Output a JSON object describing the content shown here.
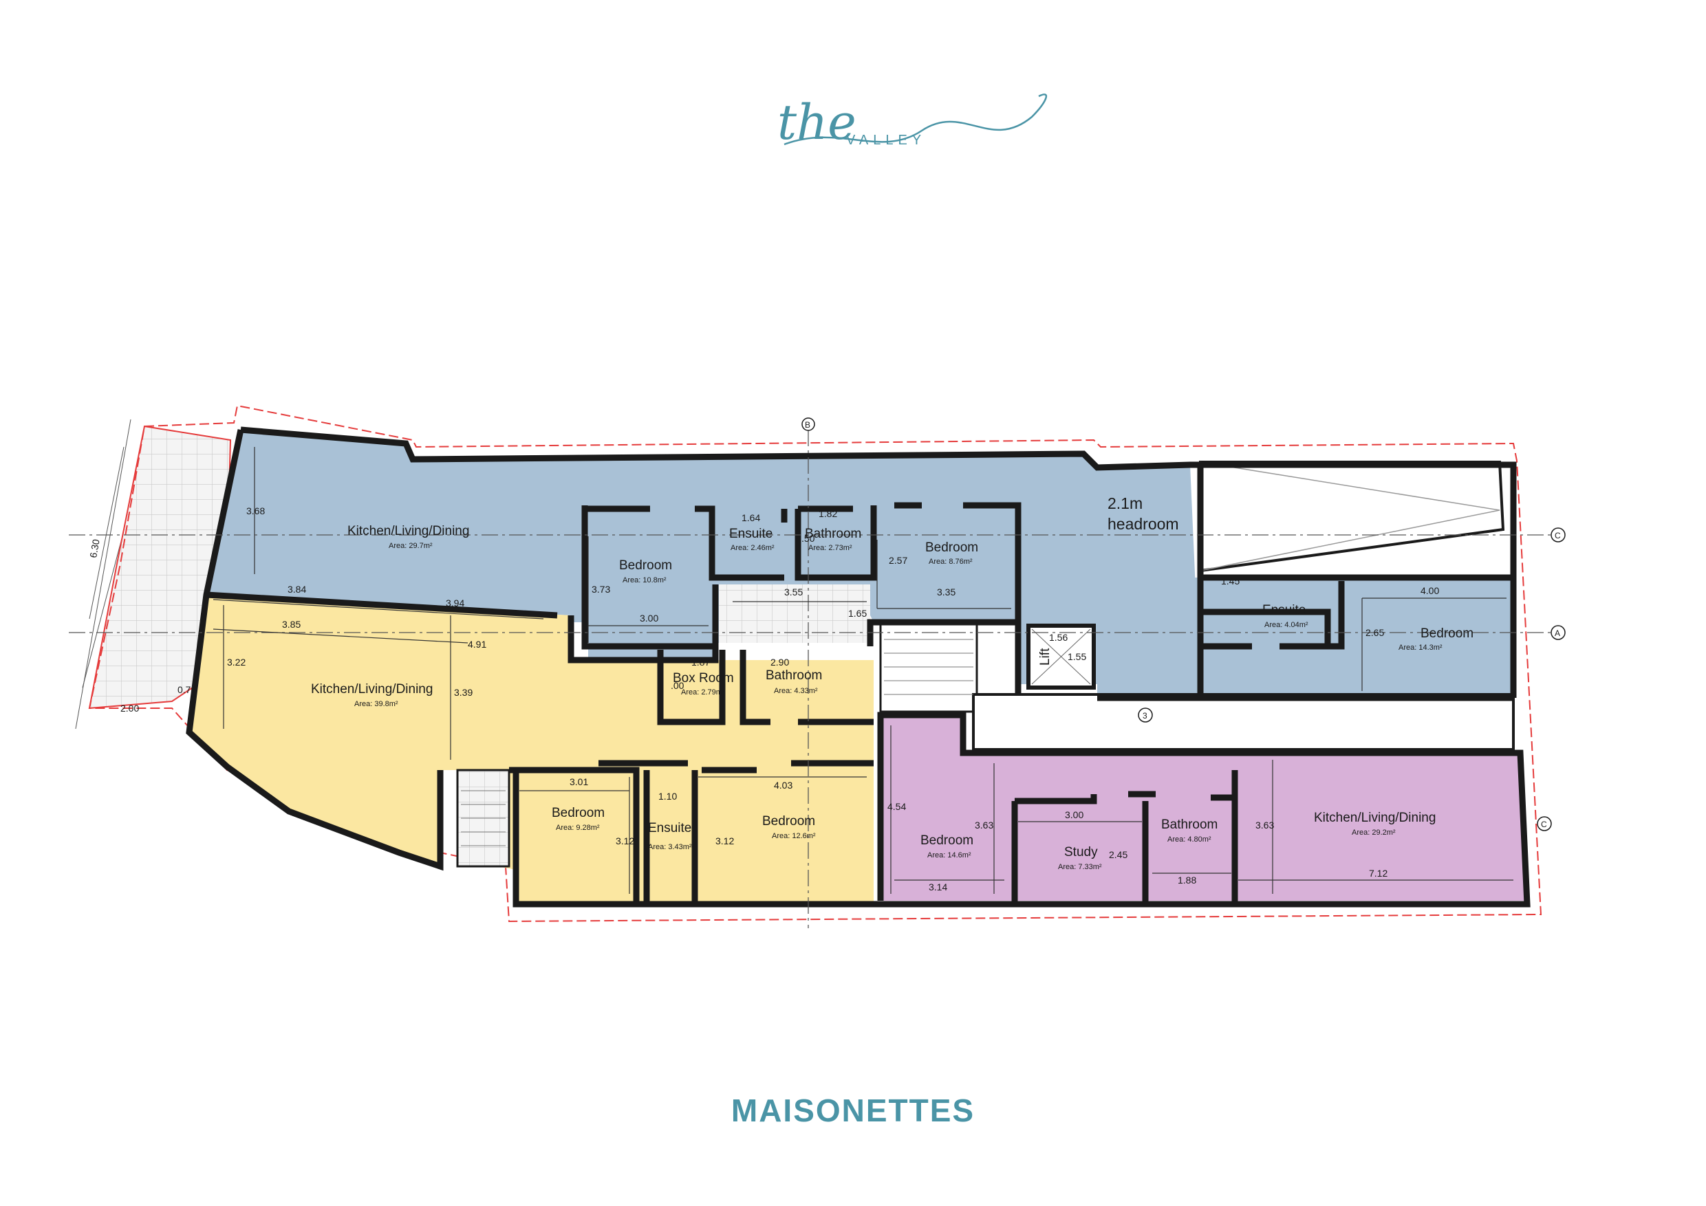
{
  "logo": {
    "script": "the",
    "word": "VALLEY"
  },
  "caption": "MAISONETTES",
  "colors": {
    "blue_unit": "#a9c1d6",
    "yellow_unit": "#fbe7a1",
    "purple_unit": "#d8b1d8",
    "brand_teal": "#4a94a6",
    "wall": "#1a1a1a",
    "boundary": "#e53b3b"
  },
  "rooms": {
    "blue_kitchen": {
      "label": "Kitchen/Living/Dining",
      "area": "Area: 29.7m²"
    },
    "blue_bedroom_1": {
      "label": "Bedroom",
      "area": "Area: 10.8m²"
    },
    "blue_ensuite_1": {
      "label": "Ensuite",
      "area": "Area: 2.46m²"
    },
    "blue_bathroom": {
      "label": "Bathroom",
      "area": "Area: 2.73m²"
    },
    "blue_bedroom_2": {
      "label": "Bedroom",
      "area": "Area: 8.76m²"
    },
    "headroom": {
      "line1": "2.1m",
      "line2": "headroom"
    },
    "blue_ensuite_2": {
      "label": "Ensuite",
      "area": "Area: 4.04m²"
    },
    "blue_bedroom_3": {
      "label": "Bedroom",
      "area": "Area: 14.3m²"
    },
    "lift": {
      "label": "Lift"
    },
    "yellow_kitchen": {
      "label": "Kitchen/Living/Dining",
      "area": "Area: 39.8m²"
    },
    "yellow_boxroom": {
      "label": "Box Room",
      "area": "Area: 2.79m²"
    },
    "yellow_bathroom": {
      "label": "Bathroom",
      "area": "Area: 4.33m²"
    },
    "yellow_bedroom_1": {
      "label": "Bedroom",
      "area": "Area: 9.28m²"
    },
    "yellow_ensuite": {
      "label": "Ensuite",
      "area": "Area: 3.43m²"
    },
    "yellow_bedroom_2": {
      "label": "Bedroom",
      "area": "Area: 12.6m²"
    },
    "purple_bedroom": {
      "label": "Bedroom",
      "area": "Area: 14.6m²"
    },
    "purple_study": {
      "label": "Study",
      "area": "Area: 7.33m²"
    },
    "purple_bathroom": {
      "label": "Bathroom",
      "area": "Area: 4.80m²"
    },
    "purple_kitchen": {
      "label": "Kitchen/Living/Dining",
      "area": "Area: 29.2m²"
    }
  },
  "dimensions": {
    "d_368": "3.68",
    "d_384": "3.84",
    "d_394": "3.94",
    "d_373": "3.73",
    "d_300a": "3.00",
    "d_164": "1.64",
    "d_182": "1.82",
    "d_050a": ".50",
    "d_355": "3.55",
    "d_165": "1.65",
    "d_257": "2.57",
    "d_335": "3.35",
    "d_156": "1.56",
    "d_155": "1.55",
    "d_145": "1.45",
    "d_400": "4.00",
    "d_265": "2.65",
    "d_385": "3.85",
    "d_491": "4.91",
    "d_322": "3.22",
    "d_339": "3.39",
    "d_076": "0.76",
    "d_200": "2.00",
    "d_187": "1.87",
    "d_050b": ".00",
    "d_290": "2.90",
    "d_301": "3.01",
    "d_312a": "3.12",
    "d_110": "1.10",
    "d_312b": "3.12",
    "d_403": "4.03",
    "d_454": "4.54",
    "d_363a": "3.63",
    "d_314": "3.14",
    "d_300b": "3.00",
    "d_245": "2.45",
    "d_188": "1.88",
    "d_363b": "3.63",
    "d_712": "7.12",
    "d_630": "6.30"
  },
  "grid_tags": {
    "top": "B",
    "right_c1": "C",
    "right_a": "A",
    "right_c2": "C",
    "mid": "3"
  }
}
